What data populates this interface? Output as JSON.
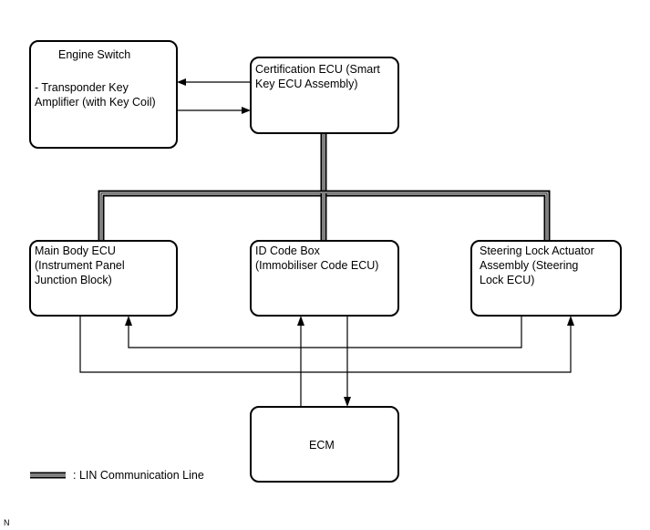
{
  "boxes": {
    "engine_switch": {
      "title": "Engine Switch",
      "line1": "- Transponder Key",
      "line2": "Amplifier (with Key Coil)"
    },
    "certification_ecu": {
      "line1": "Certification ECU (Smart",
      "line2": "Key ECU Assembly)"
    },
    "main_body_ecu": {
      "line1": "Main Body ECU",
      "line2": "(Instrument Panel",
      "line3": "Junction Block)"
    },
    "id_code_box": {
      "line1": "ID Code Box",
      "line2": "(Immobiliser Code ECU)"
    },
    "steering_lock": {
      "line1": "Steering Lock Actuator",
      "line2": "Assembly (Steering",
      "line3": "Lock ECU)"
    },
    "ecm": {
      "label": "ECM"
    }
  },
  "legend": {
    "label": ": LIN Communication Line"
  },
  "corner_mark": "N"
}
